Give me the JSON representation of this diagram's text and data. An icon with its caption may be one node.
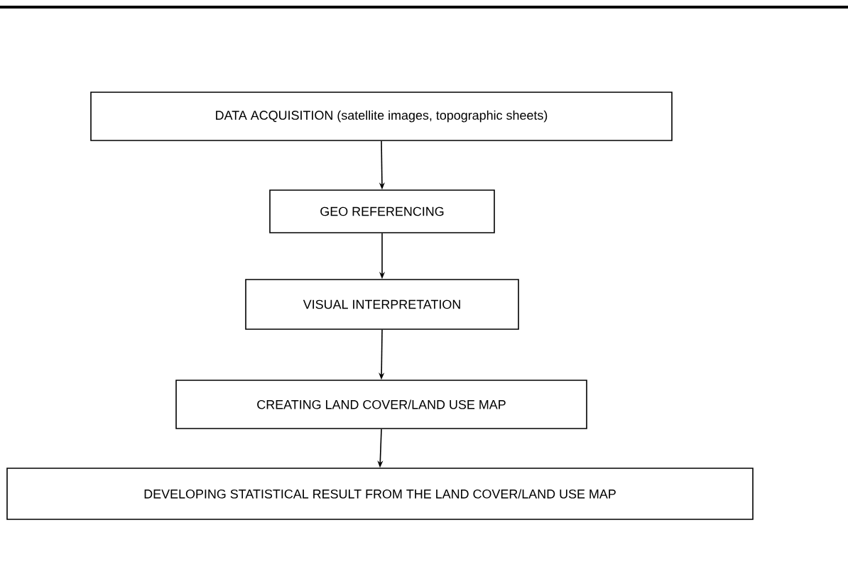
{
  "diagram": {
    "nodes": [
      {
        "text": [
          "DATA ACQUISITION (satellite images, topographic sheets)"
        ]
      },
      {
        "text": [
          "GEO REFERENCING"
        ]
      },
      {
        "text": [
          "VISUAL INTERPRETATION"
        ]
      },
      {
        "text": [
          "CREATING LAND COVER/LAND USE MAP"
        ]
      },
      {
        "text": [
          "DEVELOPING STATISTICAL RESULT FROM THE LAND COVER/LAND USE MAP"
        ]
      }
    ],
    "edges": [
      {
        "from": 0,
        "to": 1,
        "arrow": "to"
      },
      {
        "from": 1,
        "to": 2,
        "arrow": "to"
      },
      {
        "from": 2,
        "to": 3,
        "arrow": "to"
      },
      {
        "from": 3,
        "to": 4,
        "arrow": "to"
      }
    ]
  }
}
